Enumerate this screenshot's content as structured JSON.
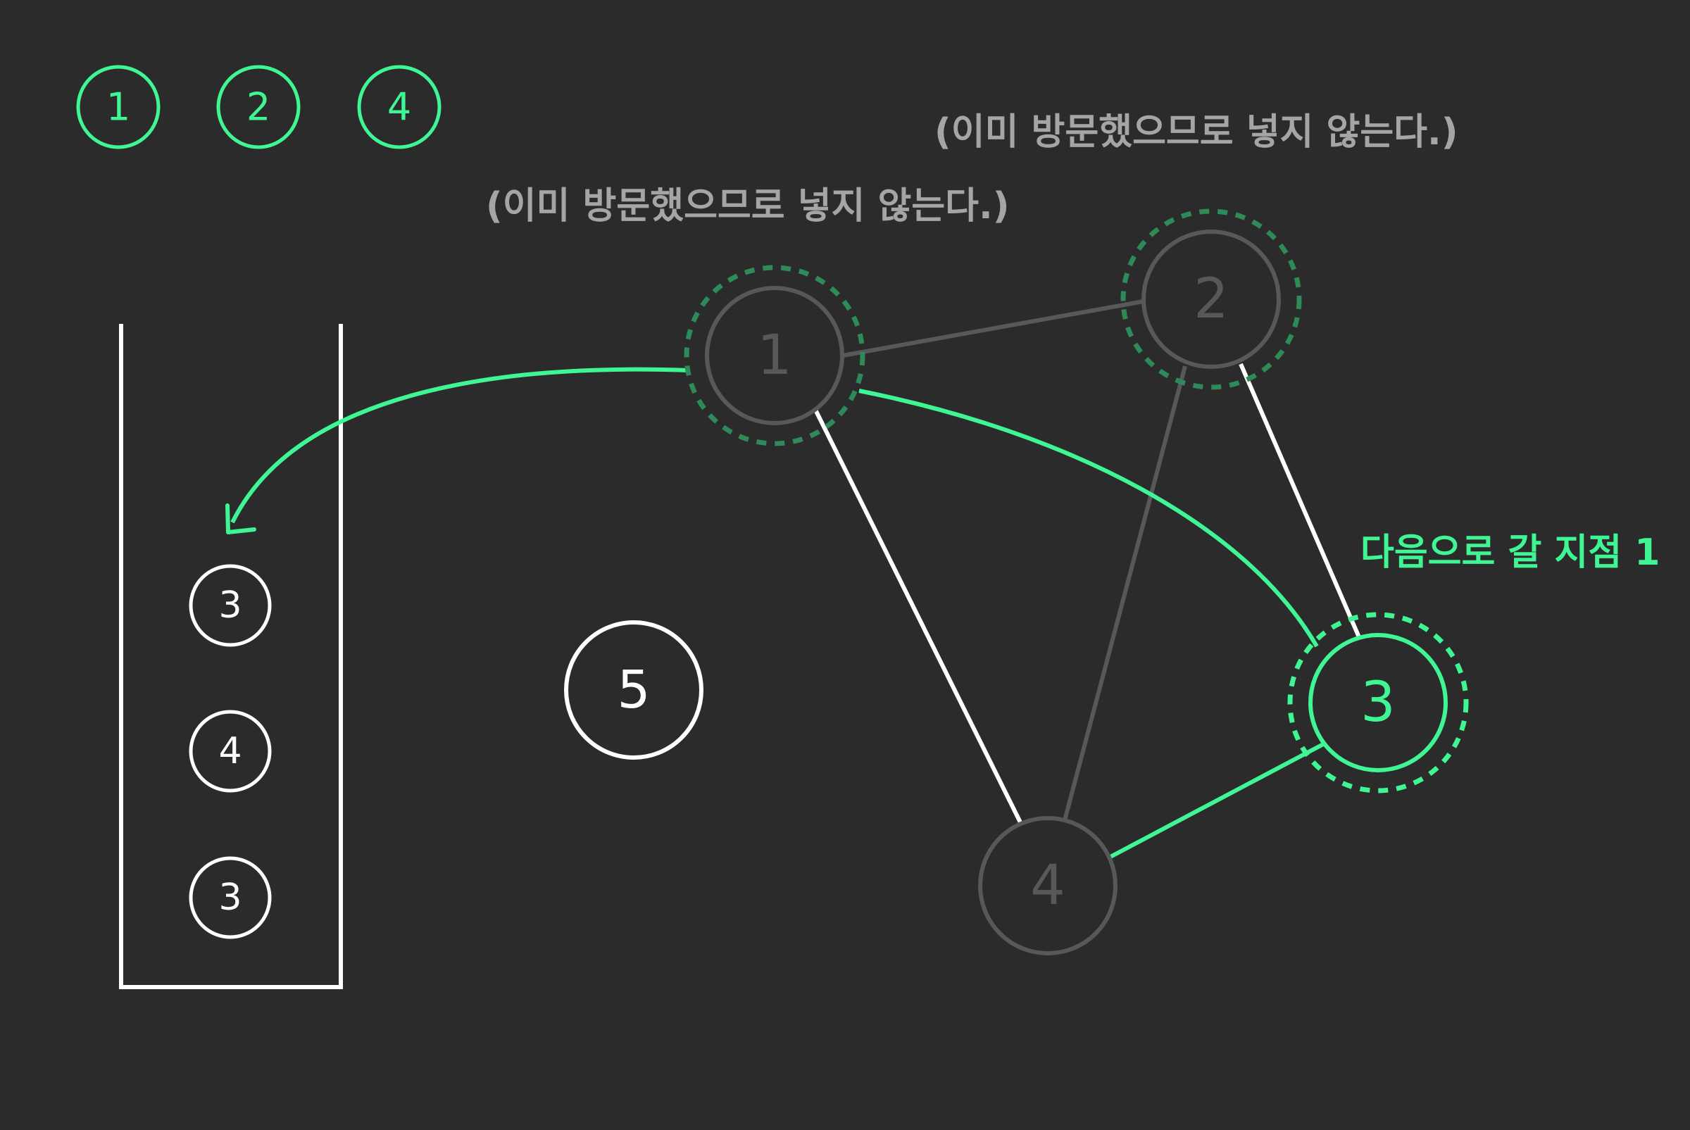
{
  "colors": {
    "background": "#2b2b2b",
    "accent": "#40f593",
    "accent_dim": "#2e8a59",
    "white": "#ffffff",
    "gray": "#585858",
    "note_gray": "#a5a5a5"
  },
  "visited": [
    "1",
    "2",
    "4"
  ],
  "stack": [
    "3",
    "4",
    "3"
  ],
  "free_node": "5",
  "graph": {
    "nodes": [
      {
        "id": "1",
        "label": "1",
        "state": "visited"
      },
      {
        "id": "2",
        "label": "2",
        "state": "visited"
      },
      {
        "id": "3",
        "label": "3",
        "state": "current"
      },
      {
        "id": "4",
        "label": "4",
        "state": "visited"
      }
    ],
    "edges": [
      {
        "from": "1",
        "to": "2",
        "style": "gray"
      },
      {
        "from": "1",
        "to": "4",
        "style": "white"
      },
      {
        "from": "2",
        "to": "4",
        "style": "gray"
      },
      {
        "from": "2",
        "to": "3",
        "style": "white"
      },
      {
        "from": "4",
        "to": "3",
        "style": "accent"
      }
    ]
  },
  "annotations": {
    "note_top": "(이미 방문했으므로 넣지 않는다.)",
    "note_mid": "(이미 방문했으므로 넣지 않는다.)",
    "next_label": "다음으로 갈 지점 1"
  },
  "icons": {
    "push_arrow": "curved-arrow-icon"
  }
}
